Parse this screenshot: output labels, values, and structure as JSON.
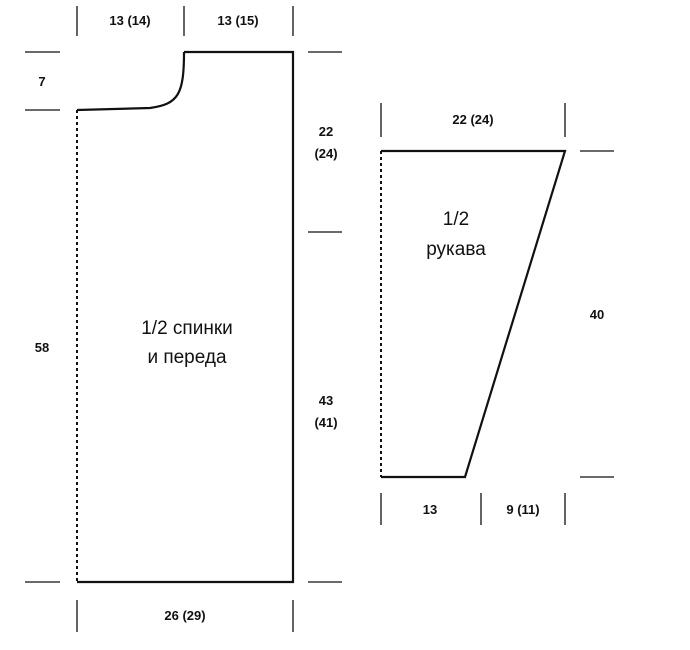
{
  "body_piece": {
    "title_line1": "1/2 спинки",
    "title_line2": "и переда",
    "top_left_width": "13 (14)",
    "top_right_width": "13 (15)",
    "neck_depth": "7",
    "total_height": "58",
    "armhole_height_line1": "22",
    "armhole_height_line2": "(24)",
    "side_height_line1": "43",
    "side_height_line2": "(41)",
    "bottom_width": "26 (29)"
  },
  "sleeve_piece": {
    "title_line1": "1/2",
    "title_line2": "рукава",
    "top_width": "22 (24)",
    "height": "40",
    "bottom_left_width": "13",
    "bottom_right_width": "9 (11)"
  }
}
